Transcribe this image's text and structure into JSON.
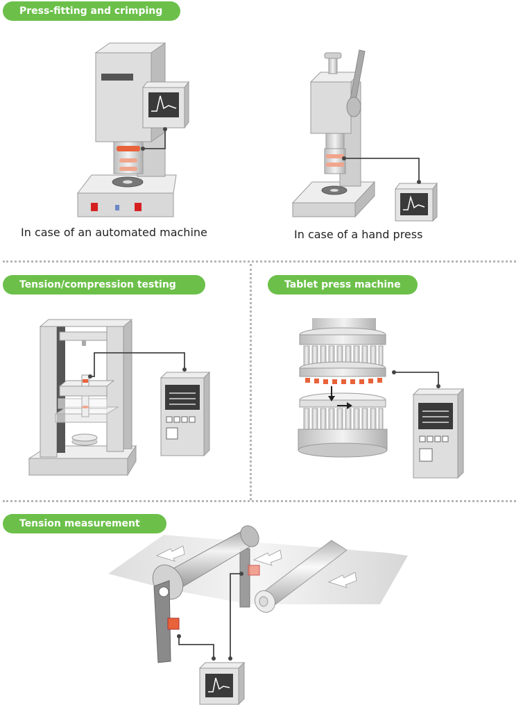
{
  "sections": {
    "press_fitting": {
      "title": "Press-fitting and crimping",
      "caption_automated": "In case of an automated machine",
      "caption_hand": "In case of a hand press"
    },
    "tension_compression": {
      "title": "Tension/compression testing"
    },
    "tablet_press": {
      "title": "Tablet press machine"
    },
    "tension_measurement": {
      "title": "Tension measurement"
    }
  },
  "colors": {
    "accent_green": "#6cc04a",
    "machine_grey": "#d9d9d9",
    "sensor_orange": "#e8623a",
    "cable": "#444444",
    "divider": "#b5b5b5"
  },
  "icons": [
    "waveform-monitor-icon",
    "indicator-panel-icon",
    "load-cell-icon",
    "flow-arrow-icon"
  ]
}
